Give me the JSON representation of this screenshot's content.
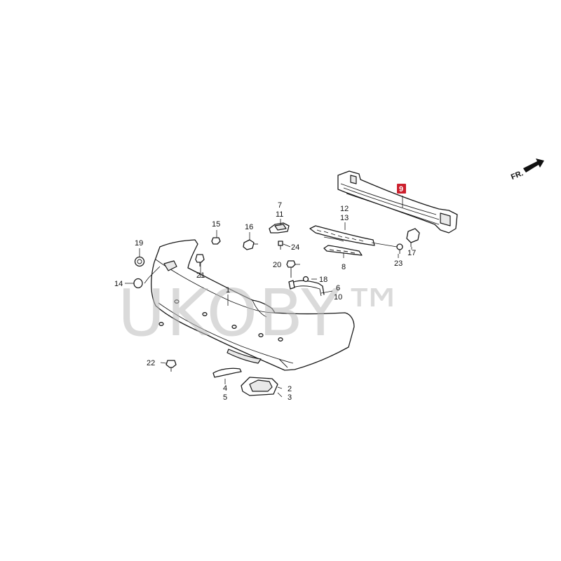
{
  "watermark": {
    "text": "UKOBY™"
  },
  "direction_label": {
    "text": "FR."
  },
  "highlight_color": "#cc1f2d",
  "callouts": {
    "c1": "1",
    "c2": "2",
    "c3": "3",
    "c4": "4",
    "c5": "5",
    "c6": "6",
    "c7": "7",
    "c8": "8",
    "c9": "9",
    "c10": "10",
    "c11": "11",
    "c12": "12",
    "c13": "13",
    "c14": "14",
    "c15": "15",
    "c16": "16",
    "c17": "17",
    "c18": "18",
    "c19": "19",
    "c20": "20",
    "c21": "21",
    "c22": "22",
    "c23": "23",
    "c24": "24"
  }
}
